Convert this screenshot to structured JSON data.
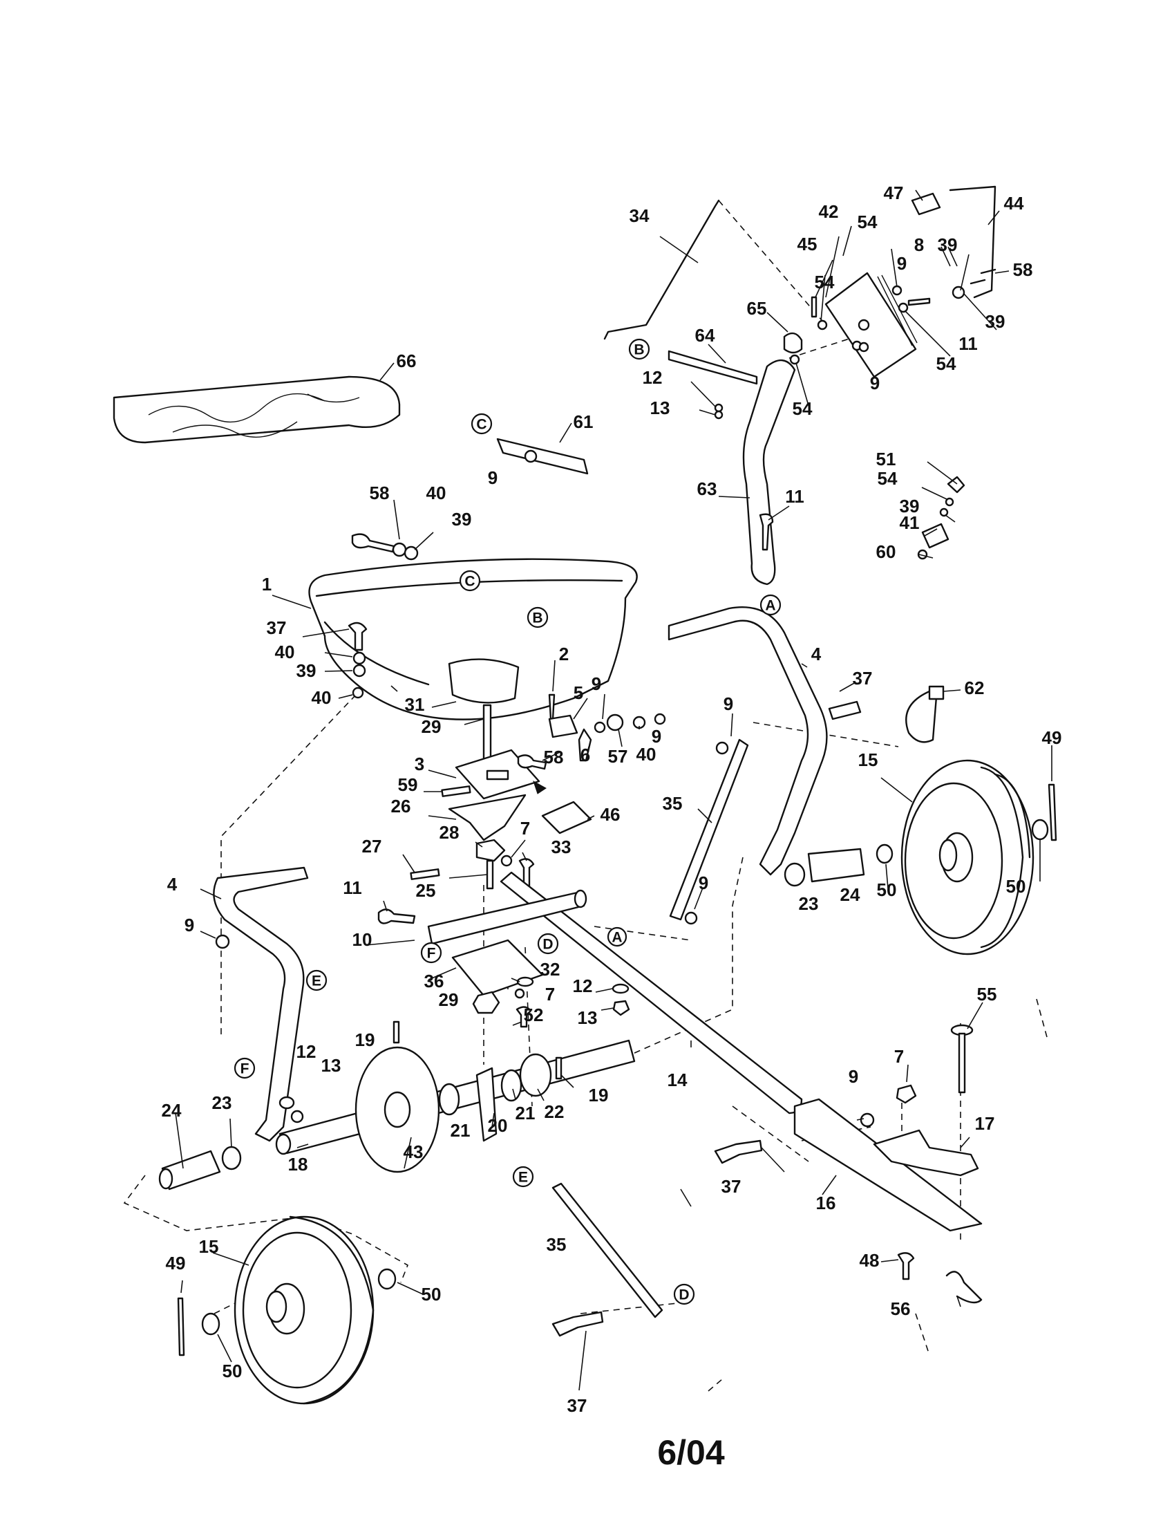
{
  "callouts": [
    {
      "label": "1"
    },
    {
      "label": "2"
    },
    {
      "label": "3"
    },
    {
      "label": "4"
    },
    {
      "label": "4"
    },
    {
      "label": "5"
    },
    {
      "label": "6"
    },
    {
      "label": "7"
    },
    {
      "label": "7"
    },
    {
      "label": "7"
    },
    {
      "label": "8"
    },
    {
      "label": "9"
    },
    {
      "label": "9"
    },
    {
      "label": "9"
    },
    {
      "label": "9"
    },
    {
      "label": "9"
    },
    {
      "label": "9"
    },
    {
      "label": "9"
    },
    {
      "label": "9"
    },
    {
      "label": "9"
    },
    {
      "label": "9"
    },
    {
      "label": "10"
    },
    {
      "label": "11"
    },
    {
      "label": "11"
    },
    {
      "label": "11"
    },
    {
      "label": "12"
    },
    {
      "label": "12"
    },
    {
      "label": "12"
    },
    {
      "label": "13"
    },
    {
      "label": "13"
    },
    {
      "label": "13"
    },
    {
      "label": "14"
    },
    {
      "label": "15"
    },
    {
      "label": "15"
    },
    {
      "label": "16"
    },
    {
      "label": "17"
    },
    {
      "label": "18"
    },
    {
      "label": "19"
    },
    {
      "label": "19"
    },
    {
      "label": "20"
    },
    {
      "label": "21"
    },
    {
      "label": "21"
    },
    {
      "label": "22"
    },
    {
      "label": "23"
    },
    {
      "label": "23"
    },
    {
      "label": "24"
    },
    {
      "label": "24"
    },
    {
      "label": "25"
    },
    {
      "label": "26"
    },
    {
      "label": "27"
    },
    {
      "label": "28"
    },
    {
      "label": "29"
    },
    {
      "label": "29"
    },
    {
      "label": "31"
    },
    {
      "label": "32"
    },
    {
      "label": "33"
    },
    {
      "label": "34"
    },
    {
      "label": "35"
    },
    {
      "label": "35"
    },
    {
      "label": "36"
    },
    {
      "label": "37"
    },
    {
      "label": "37"
    },
    {
      "label": "37"
    },
    {
      "label": "37"
    },
    {
      "label": "39"
    },
    {
      "label": "39"
    },
    {
      "label": "39"
    },
    {
      "label": "39"
    },
    {
      "label": "39"
    },
    {
      "label": "40"
    },
    {
      "label": "40"
    },
    {
      "label": "40"
    },
    {
      "label": "40"
    },
    {
      "label": "41"
    },
    {
      "label": "42"
    },
    {
      "label": "43"
    },
    {
      "label": "44"
    },
    {
      "label": "45"
    },
    {
      "label": "46"
    },
    {
      "label": "47"
    },
    {
      "label": "48"
    },
    {
      "label": "49"
    },
    {
      "label": "49"
    },
    {
      "label": "50"
    },
    {
      "label": "50"
    },
    {
      "label": "50"
    },
    {
      "label": "50"
    },
    {
      "label": "51"
    },
    {
      "label": "52"
    },
    {
      "label": "54"
    },
    {
      "label": "54"
    },
    {
      "label": "54"
    },
    {
      "label": "54"
    },
    {
      "label": "54"
    },
    {
      "label": "54"
    },
    {
      "label": "55"
    },
    {
      "label": "56"
    },
    {
      "label": "57"
    },
    {
      "label": "58"
    },
    {
      "label": "58"
    },
    {
      "label": "58"
    },
    {
      "label": "59"
    },
    {
      "label": "60"
    },
    {
      "label": "61"
    },
    {
      "label": "62"
    },
    {
      "label": "63"
    },
    {
      "label": "64"
    },
    {
      "label": "65"
    },
    {
      "label": "66"
    }
  ],
  "connection_tags": [
    {
      "letter": "A"
    },
    {
      "letter": "A"
    },
    {
      "letter": "B"
    },
    {
      "letter": "B"
    },
    {
      "letter": "C"
    },
    {
      "letter": "C"
    },
    {
      "letter": "D"
    },
    {
      "letter": "D"
    },
    {
      "letter": "E"
    },
    {
      "letter": "E"
    },
    {
      "letter": "F"
    },
    {
      "letter": "F"
    }
  ],
  "footer": {
    "date_code": "6/04"
  }
}
